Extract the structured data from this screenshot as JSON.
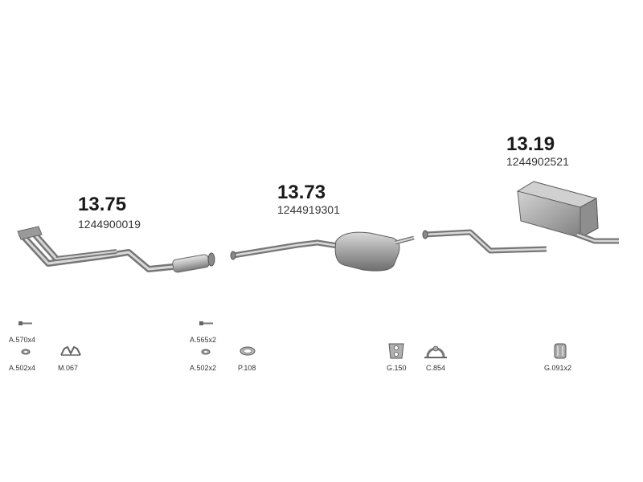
{
  "parts": [
    {
      "number": "13.75",
      "oem": "1244900019"
    },
    {
      "number": "13.73",
      "oem": "1244919301"
    },
    {
      "number": "13.19",
      "oem": "1244902521"
    }
  ],
  "accessories": [
    {
      "code": "A.570x4",
      "icon": "bolt-icon"
    },
    {
      "code": "A.502x4",
      "icon": "nut-icon"
    },
    {
      "code": "M.067",
      "icon": "mounting-bracket-icon"
    },
    {
      "code": "A.565x2",
      "icon": "bolt-icon"
    },
    {
      "code": "A.502x2",
      "icon": "nut-icon"
    },
    {
      "code": "P.108",
      "icon": "gasket-ring-icon"
    },
    {
      "code": "G.150",
      "icon": "rubber-hanger-icon"
    },
    {
      "code": "C.854",
      "icon": "clamp-icon"
    },
    {
      "code": "G.091x2",
      "icon": "rubber-mount-icon"
    }
  ]
}
